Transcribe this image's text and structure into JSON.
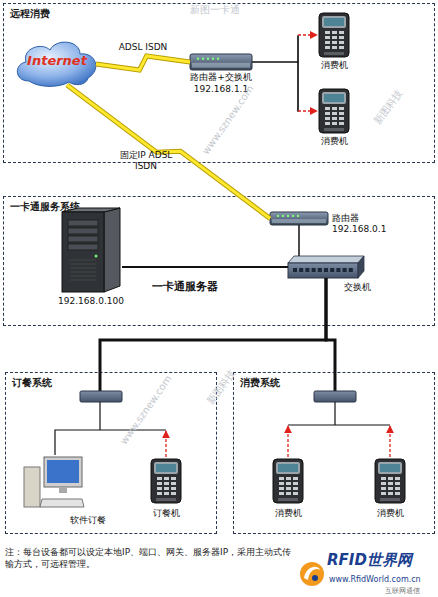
{
  "diagram": {
    "nodes": [
      {
        "text": [
          "远程消费"
        ]
      },
      {
        "text": [
          "Internet"
        ],
        "in": 0
      },
      {
        "text": [
          "路由器+交换机",
          "192.168.1.1"
        ],
        "in": 0
      },
      {
        "text": [
          "消费机"
        ],
        "in": 0
      },
      {
        "text": [
          "消费机"
        ],
        "in": 0
      },
      {
        "text": [
          "一卡通服务系统"
        ]
      },
      {
        "text": [
          "192.168.0.100",
          "一卡通服务器"
        ],
        "in": 5
      },
      {
        "text": [
          "路由器",
          "192.168.0.1"
        ],
        "in": 5
      },
      {
        "text": [
          "交换机"
        ],
        "in": 5
      },
      {
        "text": [
          "订餐系统"
        ]
      },
      {
        "text": [
          "软件订餐"
        ],
        "in": 9
      },
      {
        "text": [
          "订餐机"
        ],
        "in": 9
      },
      {
        "text": [
          "消费系统"
        ]
      },
      {
        "text": [
          "消费机"
        ],
        "in": 12
      },
      {
        "text": [
          "消费机"
        ],
        "in": 12
      }
    ],
    "edges": [
      {
        "from": 1,
        "to": 2,
        "label": "ADSL ISDN",
        "arrow": "none"
      },
      {
        "from": 1,
        "to": 7,
        "label": "固定IP ADSL ISDN",
        "arrow": "none"
      },
      {
        "from": 2,
        "to": 3,
        "arrow": "to"
      },
      {
        "from": 2,
        "to": 4,
        "arrow": "to"
      },
      {
        "from": 6,
        "to": 8,
        "arrow": "none"
      },
      {
        "from": 7,
        "to": 8,
        "arrow": "none"
      },
      {
        "from": 8,
        "to": 9,
        "arrow": "none"
      },
      {
        "from": 8,
        "to": 12,
        "arrow": "none"
      }
    ],
    "labels": [
      "注：每台设备都可以设定本地IP、端口、网关、服务器IP，采用主动式传输方式，可远程管理。",
      "新图一卡通",
      "www.sznew.com",
      "新图科技",
      "www.sznew.com",
      "新图科技",
      "RFID世界网",
      "www.RfidWorld.com.cn",
      "互联网通信"
    ]
  }
}
